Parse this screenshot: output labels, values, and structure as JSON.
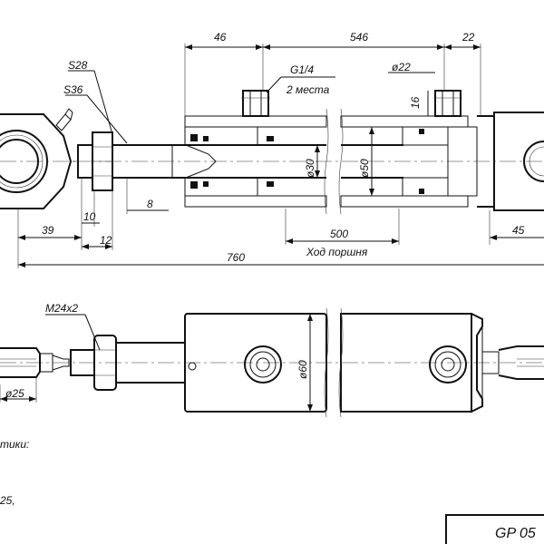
{
  "dimensions": {
    "d46": "46",
    "d546": "546",
    "d22": "22",
    "s28": "S28",
    "s36": "S36",
    "port": "G1/4",
    "port_note": "2 места",
    "dia22": "ø22",
    "d16": "16",
    "dia30": "ø30",
    "dia50": "ø50",
    "d8": "8",
    "d10": "10",
    "d39": "39",
    "d12": "12",
    "d500": "500",
    "d45": "45",
    "stroke_label": "Ход поршня",
    "d760": "760",
    "thread": "M24x2",
    "dia25": "ø25",
    "dia60": "ø60"
  },
  "notes": {
    "tech_label": "тики:",
    "note_value": "25,"
  },
  "title_block": {
    "code": "GP 05"
  }
}
